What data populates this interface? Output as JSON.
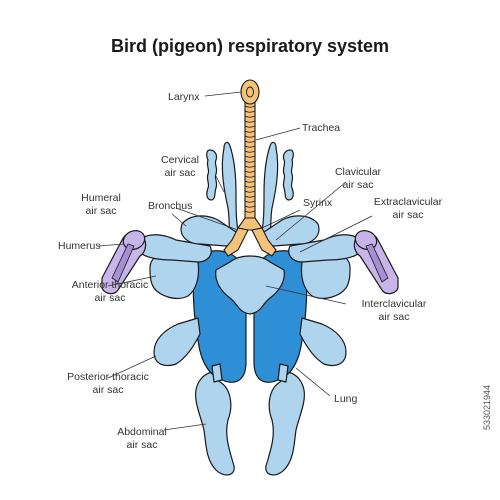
{
  "title": "Bird (pigeon) respiratory system",
  "labels": {
    "larynx": "Larynx",
    "trachea": "Trachea",
    "cervical_1": "Cervical",
    "cervical_2": "air sac",
    "clavicular_1": "Clavicular",
    "clavicular_2": "air sac",
    "humeral_1": "Humeral",
    "humeral_2": "air sac",
    "bronchus": "Bronchus",
    "syrinx": "Syrinx",
    "extraclavicular_1": "Extraclavicular",
    "extraclavicular_2": "air sac",
    "humerus": "Humerus",
    "anterior_1": "Anterior thoracic",
    "anterior_2": "air sac",
    "interclavicular_1": "Interclavicular",
    "interclavicular_2": "air sac",
    "posterior_1": "Posterior thoracic",
    "posterior_2": "air sac",
    "lung": "Lung",
    "abdominal_1": "Abdominal",
    "abdominal_2": "air sac"
  },
  "side_id": "533021944",
  "colors": {
    "air_sac": "#aed4ee",
    "lung": "#2f8fd6",
    "trachea": "#f5c27a",
    "humerus": "#c7b4e8",
    "outline": "#1a1a1a"
  }
}
